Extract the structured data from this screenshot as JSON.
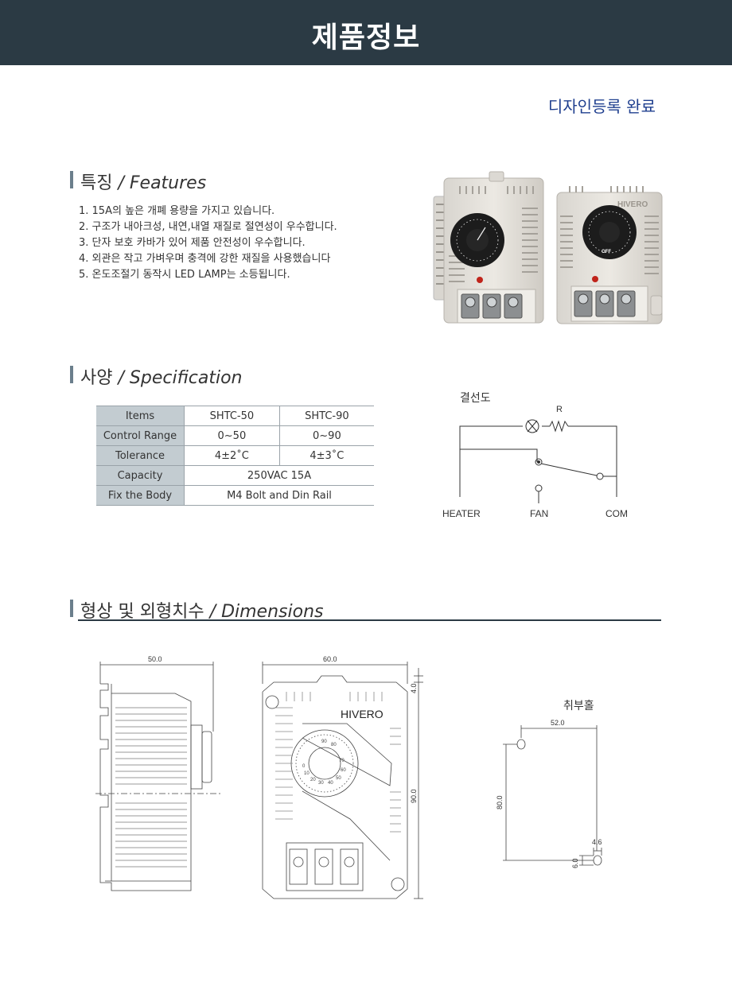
{
  "header": {
    "title": "제품정보"
  },
  "design_badge": "디자인등록 완료",
  "features": {
    "title_ko": "특징",
    "title_en": "/ Features",
    "items": [
      "1. 15A의 높은 개폐 용량을 가지고 있습니다.",
      "2. 구조가 내아크성, 내연,내열 재질로 절연성이 우수합니다.",
      "3. 단자 보호 카바가 있어 제품 안전성이 우수합니다.",
      "4. 외관은 작고 가벼우며 충격에 강한 재질을 사용했습니다",
      "5. 온도조절기 동작시 LED LAMP는 소등됩니다."
    ]
  },
  "product_photo": {
    "brand": "HIVERO",
    "dial_off": "OFF"
  },
  "spec": {
    "title_ko": "사양",
    "title_en": "/ Specification",
    "header": {
      "label": "Items",
      "col1": "SHTC-50",
      "col2": "SHTC-90"
    },
    "rows": [
      {
        "label": "Control Range",
        "col1": "0~50",
        "col2": "0~90"
      },
      {
        "label": "Tolerance",
        "col1": "4±2˚C",
        "col2": "4±3˚C"
      },
      {
        "label": "Capacity",
        "value": "250VAC 15A"
      },
      {
        "label": "Fix the Body",
        "value": "M4 Bolt and Din Rail"
      }
    ]
  },
  "wiring": {
    "title": "결선도",
    "resistor": "R",
    "heater": "HEATER",
    "fan": "FAN",
    "com": "COM"
  },
  "dimensions": {
    "title_ko": "형상 및 외형치수",
    "title_en": "/ Dimensions",
    "side_width": "50.0",
    "front_width": "60.0",
    "top_offset": "4.0",
    "height": "90.0",
    "brand": "HIVERO",
    "mount_title": "취부홀",
    "mount_width": "52.0",
    "mount_height": "80.0",
    "hole_w": "4.6",
    "hole_h": "6.0",
    "dial_numbers": [
      "0",
      "10",
      "20",
      "30",
      "40",
      "50",
      "60",
      "70",
      "80",
      "90"
    ]
  }
}
